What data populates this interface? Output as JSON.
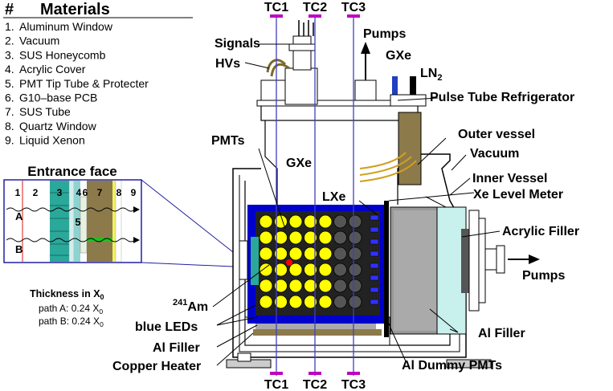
{
  "legend": {
    "hash": "#",
    "title": "Materials",
    "items": [
      {
        "num": "1.",
        "text": "Aluminum Window"
      },
      {
        "num": "2.",
        "text": "Vacuum"
      },
      {
        "num": "3.",
        "text": "SUS Honeycomb"
      },
      {
        "num": "4.",
        "text": "Acrylic Cover"
      },
      {
        "num": "5.",
        "text": "PMT Tip Tube & Protecter"
      },
      {
        "num": "6.",
        "text": "G10–base PCB"
      },
      {
        "num": "7.",
        "text": "SUS Tube"
      },
      {
        "num": "8.",
        "text": "Quartz Window"
      },
      {
        "num": "9.",
        "text": "Liquid Xenon"
      }
    ]
  },
  "entrance": {
    "title": "Entrance face",
    "layer_numbers": [
      "1",
      "2",
      "3",
      "4",
      "6",
      "7",
      "8",
      "9"
    ],
    "inner_number": "5",
    "path_a": "A",
    "path_b": "B"
  },
  "thickness": {
    "title_pre": "Thickness in X",
    "title_sub": "0",
    "path_a_pre": "path A: 0.24 X",
    "path_a_sub": "0",
    "path_b_pre": "path B: 0.24 X",
    "path_b_sub": "0"
  },
  "thermocouples_top": [
    "TC1",
    "TC2",
    "TC3"
  ],
  "thermocouples_bottom": [
    "TC1",
    "TC2",
    "TC3"
  ],
  "labels": {
    "signals": "Signals",
    "hvs": "HVs",
    "pumps_top": "Pumps",
    "gxe_port": "GXe",
    "ln2_pre": "LN",
    "ln2_sub": "2",
    "pulse_tube": "Pulse Tube Refrigerator",
    "outer_vessel": "Outer vessel",
    "vacuum": "Vacuum",
    "inner_vessel": "Inner Vessel",
    "level_meter": "Xe Level Meter",
    "acrylic_filler": "Acrylic Filler",
    "pumps_right": "Pumps",
    "pmts": "PMTs",
    "gxe_inner": "GXe",
    "lxe": "LXe",
    "am_sup": "241",
    "am": "Am",
    "blue_leds": "blue LEDs",
    "al_filler_left": "Al Filler",
    "copper_heater": "Copper Heater",
    "al_dummy_pmts": "Al Dummy PMTs",
    "al_filler_right": "Al Filler"
  },
  "colors": {
    "honeycomb": "#2aa89a",
    "acrylic": "#8fd3d0",
    "sus_tube": "#8c7a4a",
    "pmt_yellow": "#ffff00",
    "pmt_dark": "#555555",
    "support_blue": "#0000cc",
    "acrylic_filler": "#c8f0ec",
    "al_filler": "#999999",
    "copper": "#8c7a4a",
    "heater_grey": "#aaaaaa",
    "tc_line": "#4040c0",
    "tc_flange": "#c000c0",
    "source_red": "#ff0000"
  },
  "grid": {
    "rows": 6,
    "yellow_cols": 5,
    "dark_cols": 2
  }
}
